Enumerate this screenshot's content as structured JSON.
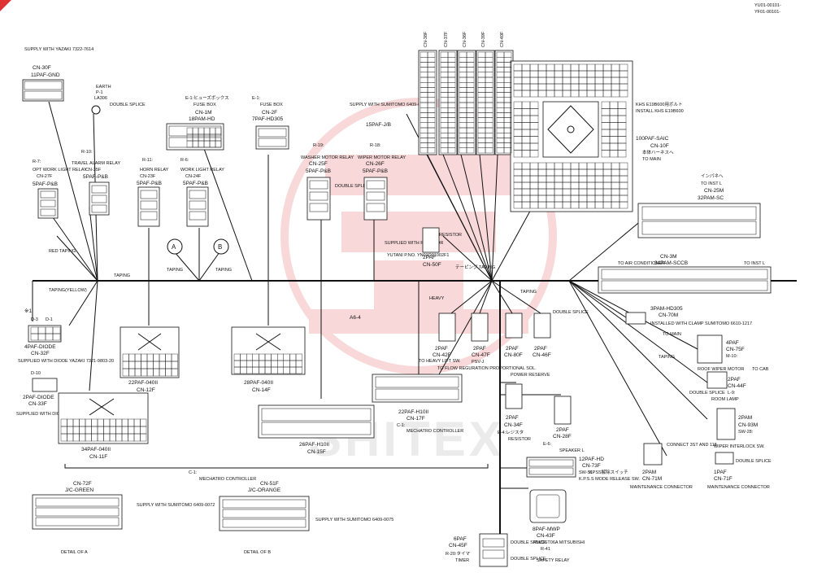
{
  "header": {
    "doc_code_1": "YU01-00101-",
    "doc_code_2": "YF01-00101-"
  },
  "watermark": {
    "text": "SHITEX",
    "color": "#e05050"
  },
  "labels": {
    "supply_yazaki_top": "SUPPLY WITH YAZAKI 7322-7614",
    "cn30f": "CN-30F",
    "cn30f_type": "11PAF-GND",
    "earth": "EARTH",
    "earth_p": "P-1",
    "earth_la": "LA306",
    "double_splice_1": "DOUBLE SPLICE",
    "e1_fuse_jp": "E-1:ヒューズボックス",
    "fuse_box": "FUSE BOX",
    "cn1m": "CN-1M",
    "cn1m_type": "18PAM-HD",
    "e1b": "E-1:",
    "fuse_box_2": "FUSE BOX",
    "cn2f": "CN-2F",
    "cn2f_type": "7PAF-HD305",
    "supply_sumitomo_6509": "SUPPLY WITH SUMITOMO 6409-6509",
    "cn16f_type": "15PAF-J/B",
    "r7": "R-7:",
    "opt_work": "OPT WORK LIGHT RELAY",
    "cn27f": "CN-27F",
    "cn27f_type": "5PAF-P&B",
    "r10": "R-10:",
    "travel_alarm": "TRAVEL ALARM RELAY",
    "cn35f": "CN-35F",
    "cn35f_type": "5PAF-P&B",
    "r11": "R-11:",
    "horn_relay": "HORN RELAY",
    "cn23f": "CN-23F",
    "cn23f_type": "5PAF-P&B",
    "r6": "R-6:",
    "work_light_relay": "WORK LIGHT RELAY",
    "cn24f": "CN-24F",
    "cn24f_type": "5PAF-P&B",
    "r19": "R-19:",
    "washer_relay": "WASHER MOTOR RELAY",
    "cn25f": "CN-25F",
    "cn25f_type": "5PAF-P&B",
    "r18": "R-18:",
    "wiper_relay": "WIPER MOTOR RELAY",
    "cn26f": "CN-26F",
    "cn26f_type": "5PAF-P&B",
    "double_splice_2": "DOUBLE SPLICE",
    "red_taping": "RED TAPING",
    "circle_a": "A",
    "circle_b": "B",
    "taping_1": "TAPING",
    "taping_2": "TAPING",
    "taping_3": "TAPING",
    "taping_yellow": "TAPING(YELLOW)",
    "supplied_resistor": "SUPPLIED WITH RESISTOR",
    "resistor": "RESISTOR",
    "yutani": "YUTANI P.NO. YN01D01002F1",
    "cn50f": "CN-50F",
    "cn50f_type": "2PAF",
    "taping_jp": "テーピング TAPING",
    "a6_4": "A6-4",
    "x1": "※1",
    "d3": "D-3",
    "d1": "D-1",
    "cn32f_type": "4PAF-DIODE",
    "cn32f": "CN-32F",
    "supplied_diode_1": "SUPPLIED WITH DIODE YAZAKI 7321-9803-20",
    "d10": "D-10",
    "cn33f_type": "2PAF-DIODE",
    "cn33f": "CN-33F",
    "supplied_diode_2": "SUPPLIED WITH DIODE YAZAKI 7321-9803-20",
    "cn12f_type": "22PAF-040II",
    "cn12f": "CN-12F",
    "cn14f_type": "28PAF-040II",
    "cn14f": "CN-14F",
    "cn11f_type": "34PAF-040II",
    "cn11f": "CN-11F",
    "cn15f_type": "26PAF-H10II",
    "cn15f": "CN-15F",
    "c1_mech_bottom": "C-1:",
    "mechatro_controller": "MECHATRO CONTROLLER",
    "cn17f_type": "22PAF-H10II",
    "cn17f": "CN-17F",
    "c1b": "C-1:",
    "mechatro_controller_2": "MECHATRO CONTROLLER",
    "heavy_lift": "TO HEAVY LIFT SW.",
    "flow_reg": "TO FLOW REGURATION PROPORTIONAL SOL.",
    "cn42f_type": "2PAF",
    "cn42f": "CN-42F",
    "cn47f_type": "2PAF",
    "cn47f": "CN-47F",
    "psv": "PSV-J",
    "cn80f_type": "2PAF",
    "cn80f": "CN-80F",
    "cn46f_type": "2PAF",
    "cn46f": "CN-46F",
    "double_splice_3": "DOUBLE SPLICE",
    "heavy": "HEAVY",
    "power_reserve": "POWER RESERVE",
    "cn34f_type": "2PAF",
    "cn34f": "CN-34F",
    "e4": "E-4:レジスタ",
    "e4_res": "RESISTOR",
    "cn28f_type": "2PAF",
    "cn28f": "CN-28F",
    "e6": "E-6:",
    "speaker": "SPEAKER L",
    "cn73f_type": "12PAF-HD",
    "cn73f": "CN-73F",
    "sw51": "SW-51",
    "kpss": "KPSS解除スイッチ",
    "kpss_en": "K.P.S.S MODE RELEASE SW.",
    "cn43f_type": "8PAF-MWP",
    "cn43f": "CN-43F",
    "mwdst": "MWDST06A MITSUBISHI",
    "r41": "R-41",
    "safety_relay": "SAFETY RELAY",
    "cn45f_type": "6PAF",
    "cn45f": "CN-45F",
    "r20": "R-20:タイマ",
    "timer": "TIMER",
    "double_splice_4": "DOUBLE SPLICE",
    "double_splice_5": "DOUBLE SPLICE",
    "cn38f": "CN-38F",
    "cn37f": "CN-37F",
    "cn36f": "CN-36F",
    "cn39f": "CN-39F",
    "cn40f": "CN-40F",
    "khs": "KHS E19B600用ボルト",
    "khs_en": "INSTALL KHS E19B600",
    "cn10f_type": "100PAF-SAIC",
    "cn10f": "CN-10F",
    "to_main_jp": "本体ハーネスへ",
    "to_main": "TO MAIN",
    "inst_jp": "インパネへ",
    "to_inst": "TO INST L",
    "cn25m": "CN-25M",
    "cn25m_type": "32PAM-SC",
    "to_air": "TO AIR CONDITIONER",
    "cn3m": "CN-3M",
    "cn3m_type": "34PAM-SCCB",
    "to_inst_2": "TO INST L",
    "cn70m_type": "3PAM-HD305",
    "cn70m": "CN-70M",
    "installed_clamp": "INSTALLED WITH CLAMP SUMITOMO 6610-1217",
    "to_main_2": "TO MAIN",
    "cn75m_type": "4PAF",
    "cn75m": "CN-75F",
    "m10": "M-10:",
    "roof_wiper": "ROOF WIPER MOTOR",
    "to_cab": "TO CAB",
    "taping_4": "TAPING",
    "cn44f_type": "2PAF",
    "cn44f": "CN-44F",
    "l9": "L-9:",
    "room_lamp": "ROOM LAMP",
    "double_splice_6": "DOUBLE SPLICE",
    "cn93m_type": "2PAM",
    "cn93m": "CN-93M",
    "sw28": "SW-28:",
    "wiper_interlock": "WIPER INTERLOCK SW.",
    "connect": "CONNECT 3ST AND 118",
    "cn71m_type": "2PAM",
    "cn71m": "CN-71M",
    "maint_1": "MAINTENANCE CONNECTOR",
    "cn71f_type": "1PAF",
    "cn71f": "CN-71F",
    "maint_2": "MAINTENANCE CONNECTOR",
    "double_splice_7": "DOUBLE SPLICE",
    "cn72f": "CN-72F",
    "jc_green": "J/C-GREEN",
    "supply_sumitomo_6409_1": "SUPPLY WITH SUMITOMO 6409-0072",
    "detail_a": "DETAIL OF A",
    "cn51f": "CN-51F",
    "jc_orange": "J/C-ORANGE",
    "supply_sumitomo_6409_2": "SUPPLY WITH SUMITOMO 6409-0075",
    "detail_b": "DETAIL OF B"
  }
}
